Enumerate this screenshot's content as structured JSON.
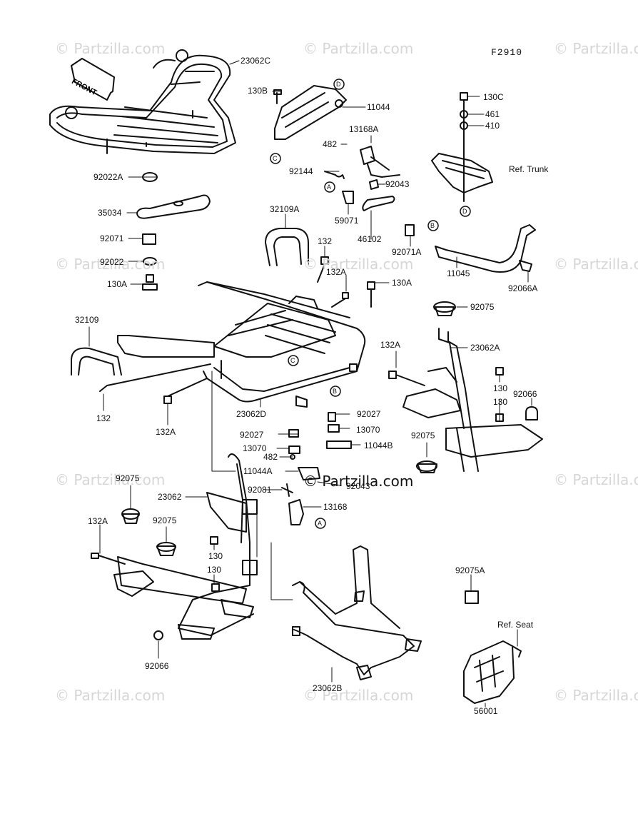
{
  "figure_code": "F2910",
  "front_label": "FRONT",
  "watermark": "© Partzilla.com",
  "center_watermark": "© Partzilla.com",
  "references": {
    "trunk": "Ref. Trunk",
    "seat": "Ref. Seat"
  },
  "callout_letters": [
    "A",
    "B",
    "C",
    "D"
  ],
  "part_labels": [
    {
      "id": "23062C",
      "text": "23062C"
    },
    {
      "id": "130B",
      "text": "130B"
    },
    {
      "id": "11044",
      "text": "11044"
    },
    {
      "id": "130C",
      "text": "130C"
    },
    {
      "id": "461",
      "text": "461"
    },
    {
      "id": "410",
      "text": "410"
    },
    {
      "id": "13168A",
      "text": "13168A"
    },
    {
      "id": "482-top",
      "text": "482"
    },
    {
      "id": "92144",
      "text": "92144"
    },
    {
      "id": "92043",
      "text": "92043"
    },
    {
      "id": "92022A",
      "text": "92022A"
    },
    {
      "id": "35034",
      "text": "35034"
    },
    {
      "id": "59071",
      "text": "59071"
    },
    {
      "id": "46102",
      "text": "46102"
    },
    {
      "id": "32109A",
      "text": "32109A"
    },
    {
      "id": "92071",
      "text": "92071"
    },
    {
      "id": "92022",
      "text": "92022"
    },
    {
      "id": "130A-left",
      "text": "130A"
    },
    {
      "id": "132-top",
      "text": "132"
    },
    {
      "id": "132A-top",
      "text": "132A"
    },
    {
      "id": "130A-mid",
      "text": "130A"
    },
    {
      "id": "92071A",
      "text": "92071A"
    },
    {
      "id": "11045",
      "text": "11045"
    },
    {
      "id": "92066A",
      "text": "92066A"
    },
    {
      "id": "32109",
      "text": "32109"
    },
    {
      "id": "92075-right",
      "text": "92075"
    },
    {
      "id": "23062A",
      "text": "23062A"
    },
    {
      "id": "132A-right",
      "text": "132A"
    },
    {
      "id": "130-right1",
      "text": "130"
    },
    {
      "id": "92066-right",
      "text": "92066"
    },
    {
      "id": "130-right2",
      "text": "130"
    },
    {
      "id": "132-left",
      "text": "132"
    },
    {
      "id": "132A-mid",
      "text": "132A"
    },
    {
      "id": "23062D",
      "text": "23062D"
    },
    {
      "id": "92027-a",
      "text": "92027"
    },
    {
      "id": "92027-b",
      "text": "92027"
    },
    {
      "id": "13070-a",
      "text": "13070"
    },
    {
      "id": "92075-mid",
      "text": "92075"
    },
    {
      "id": "13070-b",
      "text": "13070"
    },
    {
      "id": "11044B",
      "text": "11044B"
    },
    {
      "id": "482-mid",
      "text": "482"
    },
    {
      "id": "11044A",
      "text": "11044A"
    },
    {
      "id": "92075-left",
      "text": "92075"
    },
    {
      "id": "92043-mid",
      "text": "92043"
    },
    {
      "id": "23062",
      "text": "23062"
    },
    {
      "id": "92081",
      "text": "92081"
    },
    {
      "id": "13168",
      "text": "13168"
    },
    {
      "id": "132A-left",
      "text": "132A"
    },
    {
      "id": "92075-left2",
      "text": "92075"
    },
    {
      "id": "130-left1",
      "text": "130"
    },
    {
      "id": "130-left2",
      "text": "130"
    },
    {
      "id": "92075A",
      "text": "92075A"
    },
    {
      "id": "92066-left",
      "text": "92066"
    },
    {
      "id": "23062B",
      "text": "23062B"
    },
    {
      "id": "56001",
      "text": "56001"
    }
  ]
}
